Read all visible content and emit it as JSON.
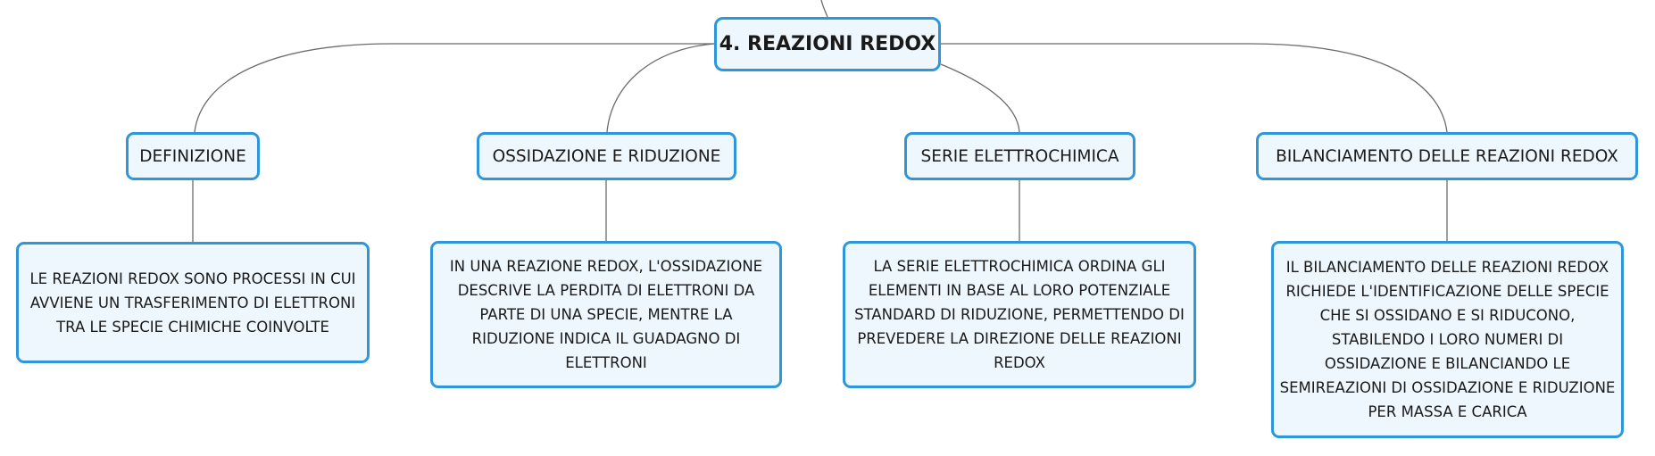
{
  "colors": {
    "node_border": "#2e97dc",
    "node_fill": "#eef7fd",
    "connector": "#6b6b6b",
    "text": "#1a1a1a"
  },
  "map": {
    "root": "4. REAZIONI REDOX",
    "branches": [
      {
        "topic": "DEFINIZIONE",
        "detail": "LE REAZIONI REDOX SONO PROCESSI IN CUI AVVIENE UN TRASFERIMENTO DI ELETTRONI TRA LE SPECIE CHIMICHE COINVOLTE"
      },
      {
        "topic": "OSSIDAZIONE E RIDUZIONE",
        "detail": "IN UNA REAZIONE REDOX, L'OSSIDAZIONE DESCRIVE LA PERDITA DI ELETTRONI DA PARTE DI UNA SPECIE, MENTRE LA RIDUZIONE INDICA IL GUADAGNO DI ELETTRONI"
      },
      {
        "topic": "SERIE ELETTROCHIMICA",
        "detail": "LA SERIE ELETTROCHIMICA ORDINA GLI ELEMENTI IN BASE AL LORO POTENZIALE STANDARD DI RIDUZIONE, PERMETTENDO DI PREVEDERE LA DIREZIONE DELLE REAZIONI REDOX"
      },
      {
        "topic": "BILANCIAMENTO DELLE REAZIONI REDOX",
        "detail": "IL BILANCIAMENTO DELLE REAZIONI REDOX RICHIEDE L'IDENTIFICAZIONE DELLE SPECIE CHE SI OSSIDANO E SI RIDUCONO, STABILENDO I LORO NUMERI DI OSSIDAZIONE E BILANCIANDO LE SEMIREAZIONI DI OSSIDAZIONE E RIDUZIONE PER MASSA E CARICA"
      }
    ]
  }
}
